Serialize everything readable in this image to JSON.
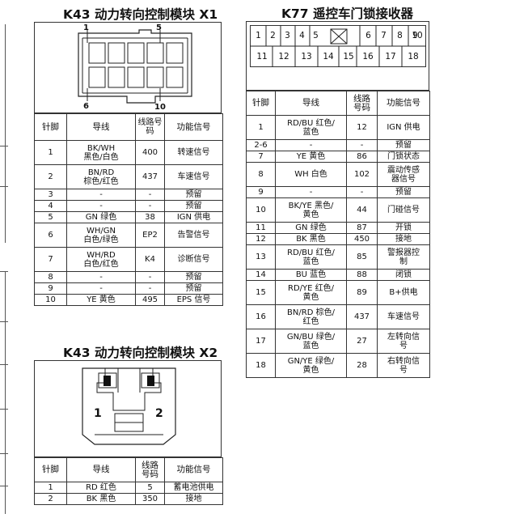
{
  "x1": {
    "title": "K43 动力转向控制模块 X1",
    "pin_labels": [
      "1",
      "5",
      "6",
      "10"
    ],
    "headers": [
      "针脚",
      "导线",
      "线路号码",
      "功能信号"
    ],
    "rows": [
      [
        "1",
        "BK/WH\n黑色/白色",
        "400",
        "转速信号"
      ],
      [
        "2",
        "BN/RD\n棕色/红色",
        "437",
        "车速信号"
      ],
      [
        "3",
        "-",
        "-",
        "预留"
      ],
      [
        "4",
        "-",
        "-",
        "预留"
      ],
      [
        "5",
        "GN 绿色",
        "38",
        "IGN 供电"
      ],
      [
        "6",
        "WH/GN\n白色/绿色",
        "EP2",
        "告警信号"
      ],
      [
        "7",
        "WH/RD\n白色/红色",
        "K4",
        "诊断信号"
      ],
      [
        "8",
        "-",
        "-",
        "预留"
      ],
      [
        "9",
        "-",
        "-",
        "预留"
      ],
      [
        "10",
        "YE 黄色",
        "495",
        "EPS 信号"
      ]
    ]
  },
  "k77": {
    "title": "K77 遥控车门锁接收器",
    "top_pins": [
      "1",
      "2",
      "3",
      "4",
      "5",
      "6",
      "7",
      "8",
      "9",
      "10"
    ],
    "bottom_pins": [
      "11",
      "12",
      "13",
      "14",
      "15",
      "16",
      "17",
      "18"
    ],
    "headers": [
      "针脚",
      "导线",
      "线路号码",
      "功能信号"
    ],
    "rows": [
      [
        "1",
        "RD/BU 红色/\n蓝色",
        "12",
        "IGN 供电"
      ],
      [
        "2-6",
        "-",
        "-",
        "预留"
      ],
      [
        "7",
        "YE 黄色",
        "86",
        "门锁状态"
      ],
      [
        "8",
        "WH 白色",
        "102",
        "震动传感\n器信号"
      ],
      [
        "9",
        "-",
        "-",
        "预留"
      ],
      [
        "10",
        "BK/YE 黑色/\n黄色",
        "44",
        "门碰信号"
      ],
      [
        "11",
        "GN 绿色",
        "87",
        "开锁"
      ],
      [
        "12",
        "BK 黑色",
        "450",
        "接地"
      ],
      [
        "13",
        "RD/BU 红色/\n蓝色",
        "85",
        "警报器控\n制"
      ],
      [
        "14",
        "BU 蓝色",
        "88",
        "闭锁"
      ],
      [
        "15",
        "RD/YE 红色/\n黄色",
        "89",
        "B+供电"
      ],
      [
        "16",
        "BN/RD 棕色/\n红色",
        "437",
        "车速信号"
      ],
      [
        "17",
        "GN/BU 绿色/\n蓝色",
        "27",
        "左转向信\n号"
      ],
      [
        "18",
        "GN/YE 绿色/\n黄色",
        "28",
        "右转向信\n号"
      ]
    ]
  },
  "x2": {
    "title": "K43 动力转向控制模块 X2",
    "pin_labels": [
      "1",
      "2"
    ],
    "headers": [
      "针脚",
      "导线",
      "线路号码",
      "功能信号"
    ],
    "rows": [
      [
        "1",
        "RD 红色",
        "5",
        "蓄电池供电"
      ],
      [
        "2",
        "BK 黑色",
        "350",
        "接地"
      ]
    ]
  }
}
